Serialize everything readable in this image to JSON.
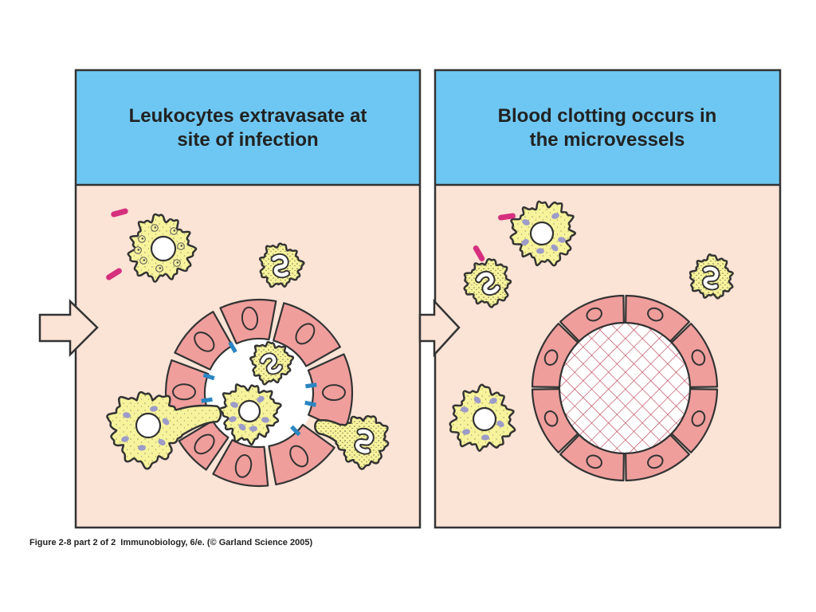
{
  "figure": {
    "panels": [
      {
        "title_lines": [
          "Leukocytes extravasate at",
          "site of infection"
        ]
      },
      {
        "title_lines": [
          "Blood clotting occurs in",
          "the microvessels"
        ]
      }
    ],
    "caption": "Figure 2-8 part 2 of 2  Immunobiology, 6/e. (© Garland Science 2005)"
  },
  "colors": {
    "header": "#6EC7F2",
    "tissue": "#FBE3D5",
    "cell": "#F7F39C",
    "endothelium": "#EF9E9C",
    "receptor": "#2B85C3",
    "bacterium": "#D62F7E",
    "granule": "#9C9BC9",
    "clot": "#B5394B",
    "outline": "#333333"
  }
}
